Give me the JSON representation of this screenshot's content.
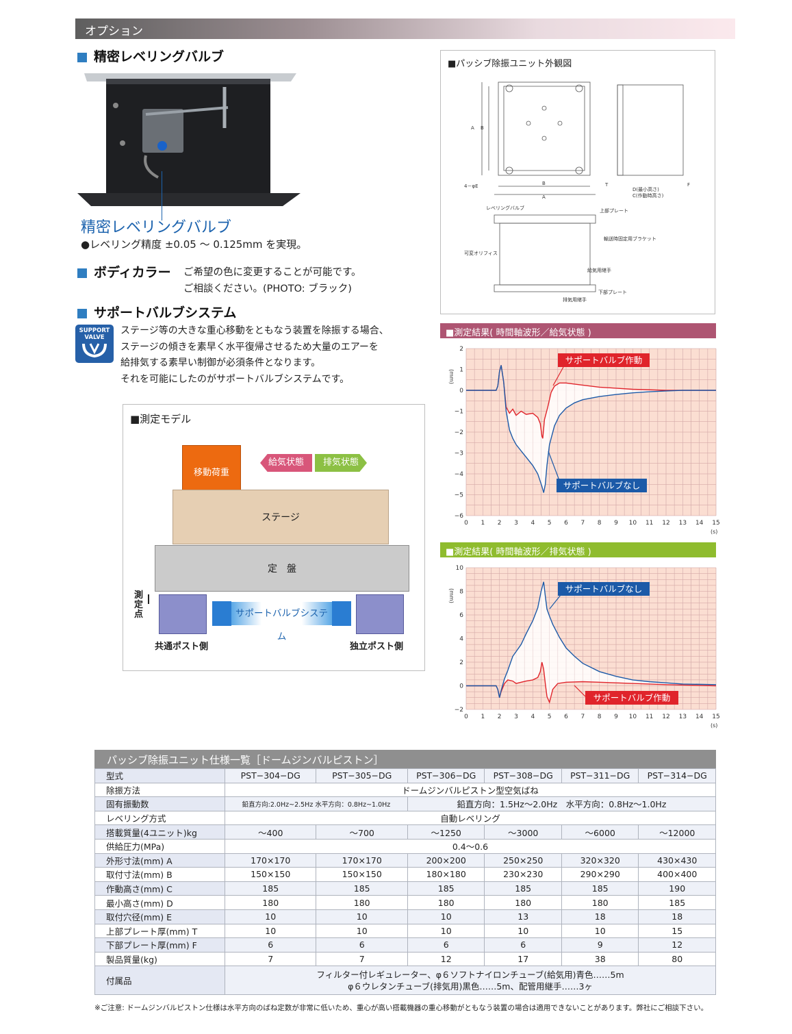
{
  "header": {
    "title": "オプション"
  },
  "section1": {
    "title": "精密レベリングバルブ",
    "callout": "精密レベリングバルブ",
    "bullet": "●レベリング精度 ±0.05 ～ 0.125mm を実現。"
  },
  "section2": {
    "title": "ボディカラー",
    "line1": "ご希望の色に変更することが可能です。",
    "line2": "ご相談ください。(PHOTO: ブラック)"
  },
  "section3": {
    "title": "サポートバルブシステム",
    "badge1": "SUPPORT",
    "badge2": "VALVE",
    "para": [
      "ステージ等の大きな重心移動をともなう装置を除振する場合、",
      "ステージの傾きを素早く水平復帰させるため大量のエアーを",
      "給排気する素早い制御が必須条件となります。",
      "それを可能にしたのがサポートバルブシステムです。"
    ]
  },
  "model": {
    "title": "■測定モデル",
    "load": "移動荷重",
    "supply": "給気状態",
    "exhaust": "排気状態",
    "stage": "ステージ",
    "base": "定　盤",
    "system": "サポートバルブシステム",
    "point": "測定点",
    "left_post": "共通ポスト側",
    "right_post": "独立ポスト側"
  },
  "drawing": {
    "title": "■パッシブ除振ユニット外観図",
    "labels": {
      "a": "A",
      "b": "B",
      "e": "4－φE",
      "t": "T",
      "f": "F",
      "d": "D(最小高さ)",
      "c": "C(作動時高さ)",
      "valve": "レベリングバルブ",
      "top": "上部プレート",
      "bracket": "輸送時固定用ブラケット",
      "orifice": "可変オリフィス",
      "supply": "給気用継手",
      "bottom": "下部プレート",
      "exhaust": "排気用継手"
    }
  },
  "chart_data": [
    {
      "type": "line",
      "title": "■測定結果( 時間軸波形／給気状態 )",
      "ylabel": "(mm)",
      "xlabel": "(s)",
      "xlim": [
        0,
        15
      ],
      "ylim": [
        -6,
        2
      ],
      "xticks": [
        "0",
        "1",
        "2",
        "3",
        "4",
        "5",
        "6",
        "7",
        "8",
        "9",
        "10",
        "11",
        "12",
        "13",
        "14",
        "15"
      ],
      "yticks": [
        "2",
        "1",
        "0",
        "−1",
        "−2",
        "−3",
        "−4",
        "−5",
        "−6"
      ],
      "series": [
        {
          "name": "サポートバルブ作動",
          "color": "#e0242b",
          "x": [
            0,
            1.8,
            1.9,
            2.0,
            2.1,
            2.25,
            2.4,
            2.6,
            2.8,
            3.0,
            3.3,
            3.6,
            4.0,
            4.3,
            4.45,
            4.55,
            4.6,
            4.7,
            4.9,
            5.1,
            5.3,
            5.6,
            6.0,
            6.5,
            7,
            8,
            9,
            10,
            12,
            15
          ],
          "y": [
            0,
            0,
            0.2,
            0.9,
            1.2,
            0.4,
            -0.8,
            -1.1,
            -0.9,
            -1.2,
            -1.0,
            -1.15,
            -1.1,
            -1.3,
            -1.6,
            -2.2,
            -2.3,
            -1.4,
            -0.8,
            -0.1,
            0.2,
            0.35,
            0.35,
            0.3,
            0.25,
            0.15,
            0.1,
            0.05,
            0,
            0
          ]
        },
        {
          "name": "サポートバルブなし",
          "color": "#1c5aa8",
          "x": [
            0,
            1.8,
            1.9,
            2.0,
            2.1,
            2.25,
            2.4,
            2.6,
            2.8,
            3.0,
            3.3,
            3.6,
            4.0,
            4.3,
            4.55,
            4.65,
            4.75,
            4.85,
            5.0,
            5.3,
            5.6,
            6.0,
            6.5,
            7,
            8,
            9,
            10,
            11,
            12,
            13,
            15
          ],
          "y": [
            0,
            0,
            0.2,
            0.9,
            1.2,
            0.4,
            -1.0,
            -1.9,
            -2.3,
            -2.6,
            -2.9,
            -3.2,
            -3.6,
            -4.0,
            -4.6,
            -4.9,
            -4.5,
            -3.6,
            -2.6,
            -1.7,
            -1.2,
            -0.85,
            -0.6,
            -0.45,
            -0.3,
            -0.2,
            -0.12,
            -0.07,
            -0.03,
            0,
            0
          ]
        }
      ],
      "annotations": [
        "サポートバルブ作動",
        "サポートバルブなし"
      ]
    },
    {
      "type": "line",
      "title": "■測定結果( 時間軸波形／排気状態 )",
      "ylabel": "(mm)",
      "xlabel": "(s)",
      "xlim": [
        0,
        15
      ],
      "ylim": [
        -2,
        10
      ],
      "xticks": [
        "0",
        "1",
        "2",
        "3",
        "4",
        "5",
        "6",
        "7",
        "8",
        "9",
        "10",
        "11",
        "12",
        "13",
        "14",
        "15"
      ],
      "yticks": [
        "10",
        "8",
        "6",
        "4",
        "2",
        "0",
        "−2"
      ],
      "series": [
        {
          "name": "サポートバルブ作動",
          "color": "#e0242b",
          "x": [
            0,
            1.8,
            1.9,
            2.0,
            2.1,
            2.3,
            2.5,
            2.8,
            3.0,
            3.3,
            3.6,
            4.0,
            4.3,
            4.45,
            4.55,
            4.65,
            4.75,
            4.85,
            5.0,
            5.2,
            5.5,
            6,
            7,
            8,
            9,
            10,
            12,
            15
          ],
          "y": [
            0,
            0,
            -0.3,
            -1.0,
            -0.5,
            0.2,
            0.5,
            0.4,
            0.2,
            0.3,
            0.4,
            0.5,
            0.7,
            1.2,
            2.0,
            1.4,
            0.2,
            -0.9,
            -1.4,
            -0.3,
            0.2,
            0.3,
            0.35,
            0.3,
            0.25,
            0.2,
            0.1,
            0
          ]
        },
        {
          "name": "サポートバルブなし",
          "color": "#1c5aa8",
          "x": [
            0,
            1.8,
            1.9,
            2.0,
            2.1,
            2.3,
            2.5,
            2.8,
            3.0,
            3.3,
            3.6,
            4.0,
            4.3,
            4.5,
            4.65,
            4.75,
            4.85,
            5.0,
            5.2,
            5.6,
            6.0,
            6.5,
            7,
            8,
            9,
            10,
            11,
            12,
            13,
            15
          ],
          "y": [
            0,
            0,
            -0.3,
            -1.0,
            -0.4,
            0.6,
            1.3,
            2.5,
            2.9,
            3.5,
            4.4,
            5.5,
            6.6,
            8.0,
            8.8,
            7.6,
            6.5,
            5.9,
            5.2,
            4.1,
            3.2,
            2.5,
            1.9,
            1.2,
            0.8,
            0.5,
            0.35,
            0.25,
            0.15,
            0.1
          ]
        }
      ],
      "annotations": [
        "サポートバルブなし",
        "サポートバルブ作動"
      ]
    }
  ],
  "table": {
    "title": "パッシブ除振ユニット仕様一覧［ドームジンバルピストン］",
    "header": [
      "型式",
      "PST−304−DG",
      "PST−305−DG",
      "PST−306−DG",
      "PST−308−DG",
      "PST−311−DG",
      "PST−314−DG"
    ],
    "rows": [
      {
        "label": "除振方法",
        "span": "ドームジンバルピストン型空気ばね"
      },
      {
        "label": "固有振動数",
        "part1": "鉛直方向:2.0Hz~2.5Hz  水平方向：0.8Hz~1.0Hz",
        "part2": "鉛直方向：1.5Hz～2.0Hz　水平方向：0.8Hz～1.0Hz"
      },
      {
        "label": "レベリング方式",
        "span": "自動レベリング"
      },
      {
        "label": "搭載質量(4ユニット)kg",
        "cells": [
          "～400",
          "～700",
          "～1250",
          "～3000",
          "～6000",
          "～12000"
        ]
      },
      {
        "label": "供給圧力(MPa)",
        "span": "0.4～0.6"
      },
      {
        "label": "外形寸法(mm) A",
        "cells": [
          "170×170",
          "170×170",
          "200×200",
          "250×250",
          "320×320",
          "430×430"
        ]
      },
      {
        "label": "取付寸法(mm) B",
        "cells": [
          "150×150",
          "150×150",
          "180×180",
          "230×230",
          "290×290",
          "400×400"
        ]
      },
      {
        "label": "作動高さ(mm) C",
        "cells": [
          "185",
          "185",
          "185",
          "185",
          "185",
          "190"
        ]
      },
      {
        "label": "最小高さ(mm) D",
        "cells": [
          "180",
          "180",
          "180",
          "180",
          "180",
          "185"
        ]
      },
      {
        "label": "取付穴径(mm) E",
        "cells": [
          "10",
          "10",
          "10",
          "13",
          "18",
          "18"
        ]
      },
      {
        "label": "上部プレート厚(mm) T",
        "cells": [
          "10",
          "10",
          "10",
          "10",
          "10",
          "15"
        ]
      },
      {
        "label": "下部プレート厚(mm) F",
        "cells": [
          "6",
          "6",
          "6",
          "6",
          "9",
          "12"
        ]
      },
      {
        "label": "製品質量(kg)",
        "cells": [
          "7",
          "7",
          "12",
          "17",
          "38",
          "80"
        ]
      },
      {
        "label": "付属品",
        "line1": "フィルター付レギュレーター、φ６ソフトナイロンチューブ(給気用)青色……5m",
        "line2": "φ６ウレタンチューブ(排気用)黒色……5m、配管用継手……3ヶ"
      }
    ],
    "note": "※ご注意: ドームジンバルピストン仕様は水平方向のばね定数が非常に低いため、重心が高い搭載機器の重心移動がともなう装置の場合は適用できないことがあります。弊社にご相談下さい。"
  }
}
